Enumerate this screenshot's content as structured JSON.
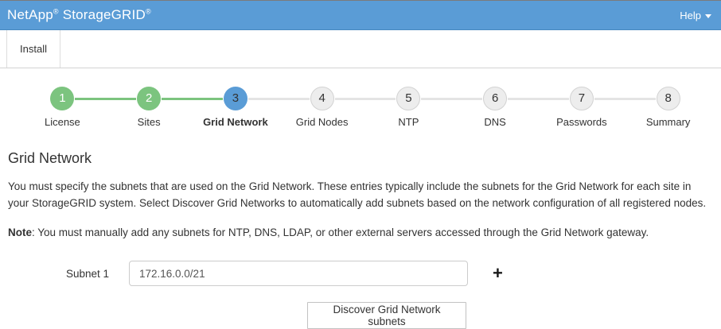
{
  "header": {
    "brand": "NetApp",
    "brand_sup": "®",
    "product": "StorageGRID",
    "product_sup": "®",
    "help_label": "Help",
    "background_color": "#5a9cd6"
  },
  "tabs": {
    "install_label": "Install"
  },
  "stepper": {
    "colors": {
      "complete": "#7cc47f",
      "current": "#5a9cd6",
      "upcoming": "#ededed"
    },
    "steps": [
      {
        "number": "1",
        "label": "License",
        "state": "complete"
      },
      {
        "number": "2",
        "label": "Sites",
        "state": "complete"
      },
      {
        "number": "3",
        "label": "Grid Network",
        "state": "current"
      },
      {
        "number": "4",
        "label": "Grid Nodes",
        "state": "upcoming"
      },
      {
        "number": "5",
        "label": "NTP",
        "state": "upcoming"
      },
      {
        "number": "6",
        "label": "DNS",
        "state": "upcoming"
      },
      {
        "number": "7",
        "label": "Passwords",
        "state": "upcoming"
      },
      {
        "number": "8",
        "label": "Summary",
        "state": "upcoming"
      }
    ]
  },
  "content": {
    "title": "Grid Network",
    "description": "You must specify the subnets that are used on the Grid Network. These entries typically include the subnets for the Grid Network for each site in your StorageGRID system. Select Discover Grid Networks to automatically add subnets based on the network configuration of all registered nodes.",
    "note_label": "Note",
    "note_text": ": You must manually add any subnets for NTP, DNS, LDAP, or other external servers accessed through the Grid Network gateway.",
    "form": {
      "subnet_label": "Subnet 1",
      "subnet_value": "172.16.0.0/21",
      "add_icon": "+",
      "discover_button_label": "Discover Grid Network subnets"
    }
  }
}
